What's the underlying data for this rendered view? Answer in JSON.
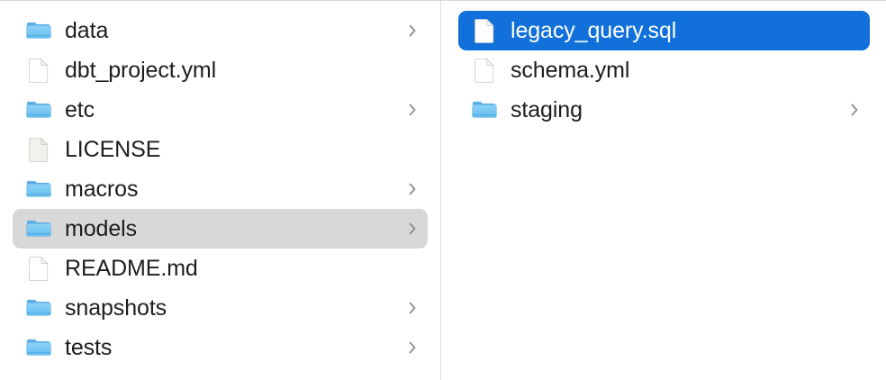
{
  "window": {
    "view_mode": "column",
    "accent_color": "#1170da",
    "selection_inactive_color": "#d8d8d8",
    "divider_color": "#dcdcdc",
    "background_color": "#ffffff",
    "text_color": "#1d1d1f"
  },
  "columns": [
    {
      "name": "parent-directory-column",
      "items": [
        {
          "label": "data",
          "kind": "folder",
          "icon": "folder-icon",
          "has_chevron": true,
          "selected": false,
          "selection_style": "none"
        },
        {
          "label": "dbt_project.yml",
          "kind": "file",
          "icon": "document-icon",
          "has_chevron": false,
          "selected": false,
          "selection_style": "none"
        },
        {
          "label": "etc",
          "kind": "folder",
          "icon": "folder-icon",
          "has_chevron": true,
          "selected": false,
          "selection_style": "none"
        },
        {
          "label": "LICENSE",
          "kind": "file",
          "icon": "plain-document-icon",
          "has_chevron": false,
          "selected": false,
          "selection_style": "none"
        },
        {
          "label": "macros",
          "kind": "folder",
          "icon": "folder-icon",
          "has_chevron": true,
          "selected": false,
          "selection_style": "none"
        },
        {
          "label": "models",
          "kind": "folder",
          "icon": "folder-icon",
          "has_chevron": true,
          "selected": true,
          "selection_style": "gray"
        },
        {
          "label": "README.md",
          "kind": "file",
          "icon": "document-icon",
          "has_chevron": false,
          "selected": false,
          "selection_style": "none"
        },
        {
          "label": "snapshots",
          "kind": "folder",
          "icon": "folder-icon",
          "has_chevron": true,
          "selected": false,
          "selection_style": "none"
        },
        {
          "label": "tests",
          "kind": "folder",
          "icon": "folder-icon",
          "has_chevron": true,
          "selected": false,
          "selection_style": "none"
        }
      ]
    },
    {
      "name": "models-directory-column",
      "items": [
        {
          "label": "legacy_query.sql",
          "kind": "file",
          "icon": "document-icon",
          "has_chevron": false,
          "selected": true,
          "selection_style": "blue"
        },
        {
          "label": "schema.yml",
          "kind": "file",
          "icon": "document-icon",
          "has_chevron": false,
          "selected": false,
          "selection_style": "none"
        },
        {
          "label": "staging",
          "kind": "folder",
          "icon": "folder-icon",
          "has_chevron": true,
          "selected": false,
          "selection_style": "none"
        }
      ]
    }
  ]
}
